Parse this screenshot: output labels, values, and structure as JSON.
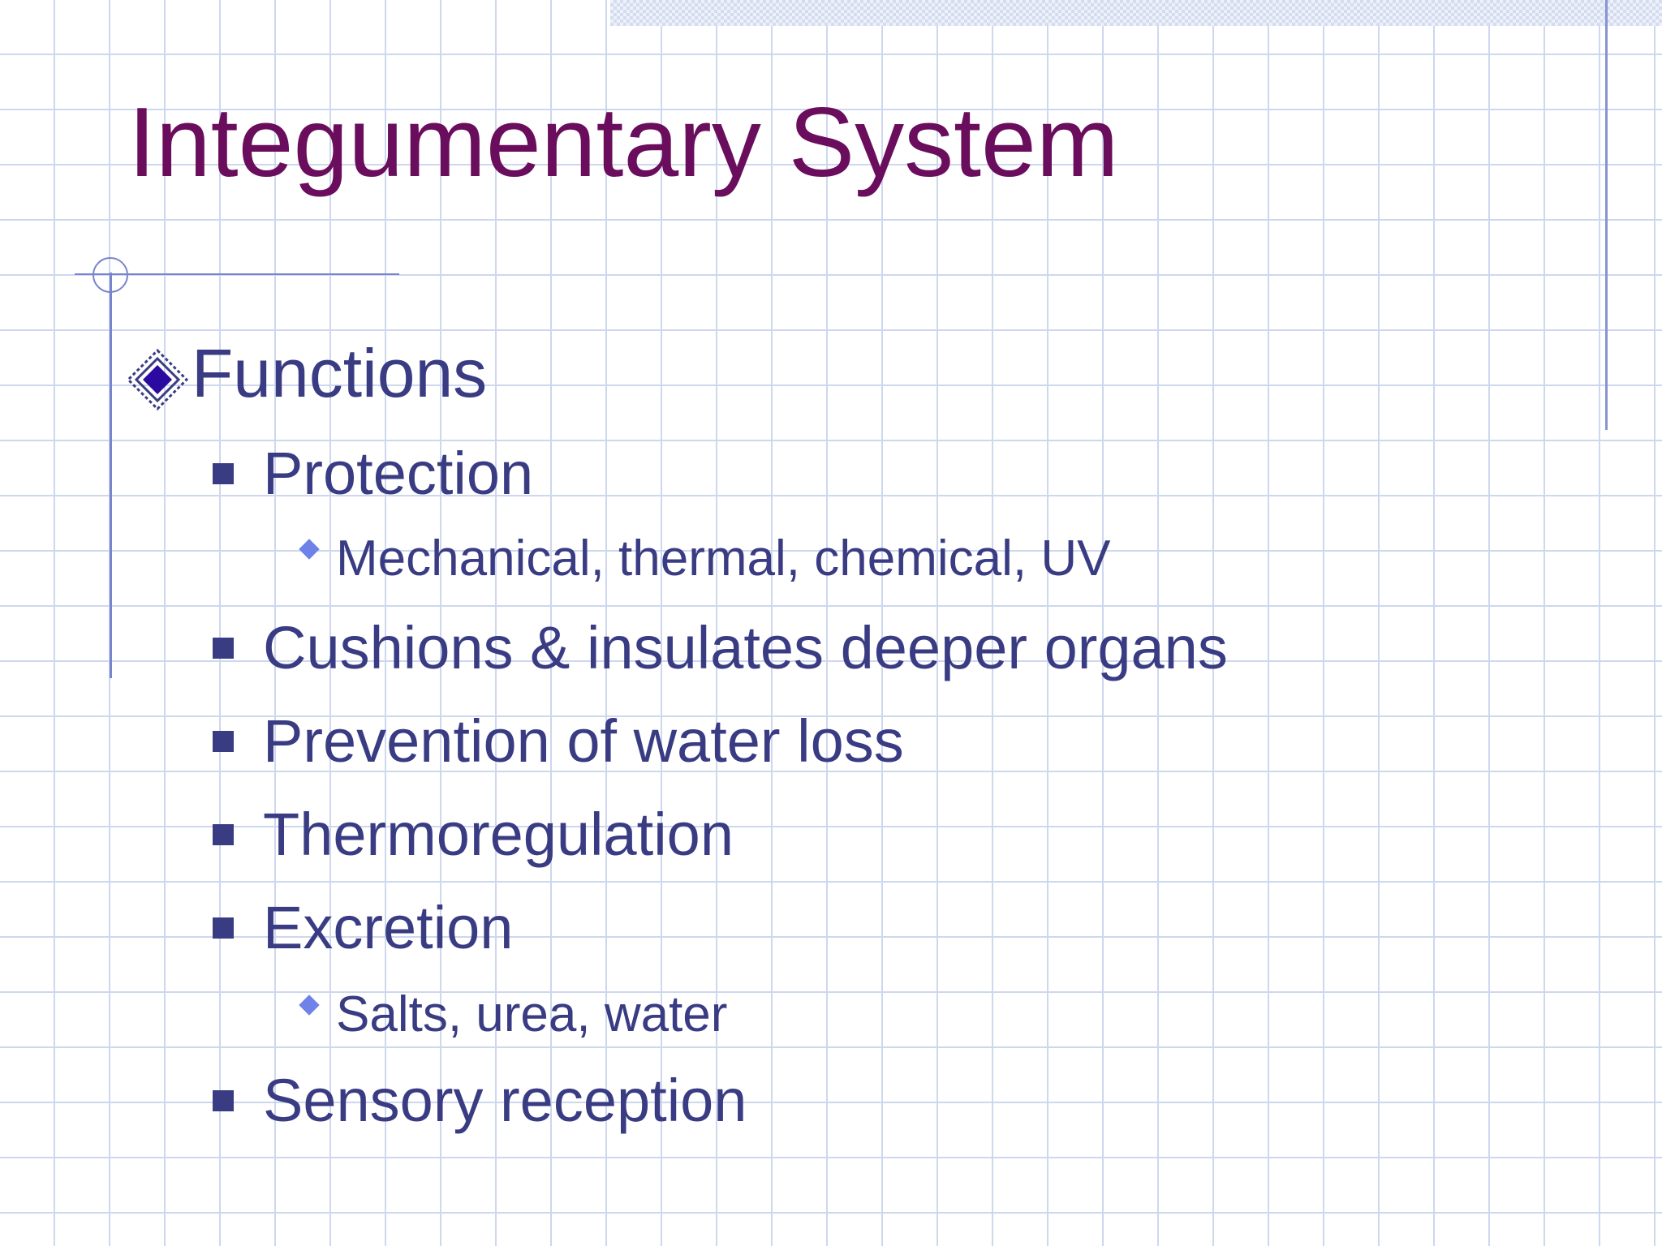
{
  "slide": {
    "title": "Integumentary System",
    "heading": "Functions",
    "items": [
      {
        "text": "Protection",
        "sub": "Mechanical, thermal, chemical, UV"
      },
      {
        "text": "Cushions & insulates deeper organs"
      },
      {
        "text": "Prevention of water loss"
      },
      {
        "text": "Thermoregulation"
      },
      {
        "text": "Excretion",
        "sub": "Salts, urea, water"
      },
      {
        "text": "Sensory reception"
      }
    ]
  },
  "colors": {
    "title": "#6a0d5d",
    "body_text": "#3a3c83",
    "sub_bullet": "#6f82e8",
    "grid": "#cdd7ee"
  },
  "icons": {
    "level1_bullet": "diamond-bullet-icon",
    "level2_bullet": "square-bullet-icon",
    "level3_bullet": "small-diamond-bullet-icon"
  }
}
